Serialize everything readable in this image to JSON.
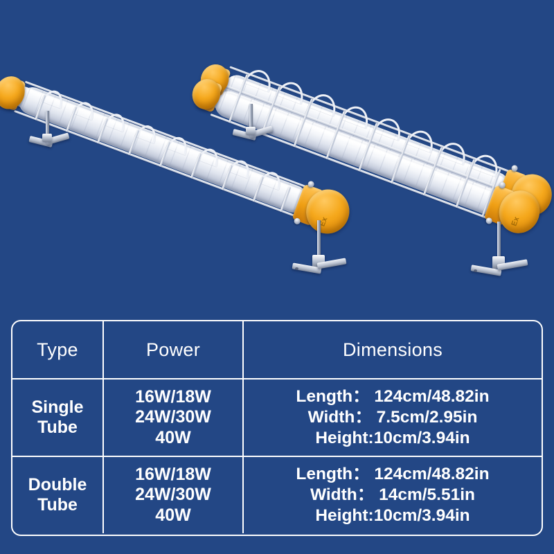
{
  "page": {
    "background_color": "#234785",
    "accent_orange": "#f0a020",
    "border_color": "#ffffff"
  },
  "product_image": {
    "alt": "Two explosion-proof fluorescent tube light fixtures on blue background",
    "fixtures": [
      {
        "name": "single-tube-fixture",
        "tube_count": 1,
        "end_cap_count": 1,
        "end_cap_marking": "Ex",
        "has_wire_guard": true,
        "mount_brackets": 2
      },
      {
        "name": "double-tube-fixture",
        "tube_count": 2,
        "end_cap_count": 2,
        "end_cap_marking": "Ex",
        "has_wire_guard": true,
        "mount_brackets": 2
      }
    ]
  },
  "spec_table": {
    "headers": {
      "type": "Type",
      "power": "Power",
      "dimensions": "Dimensions"
    },
    "rows": [
      {
        "type_lines": [
          "Single",
          "Tube"
        ],
        "power_lines": [
          "16W/18W",
          "24W/30W",
          "40W"
        ],
        "dimension_lines": [
          "Length： 124cm/48.82in",
          "Width： 7.5cm/2.95in",
          "Height:10cm/3.94in"
        ]
      },
      {
        "type_lines": [
          "Double",
          "Tube"
        ],
        "power_lines": [
          "16W/18W",
          "24W/30W",
          "40W"
        ],
        "dimension_lines": [
          "Length： 124cm/48.82in",
          "Width： 14cm/5.51in",
          "Height:10cm/3.94in"
        ]
      }
    ]
  }
}
